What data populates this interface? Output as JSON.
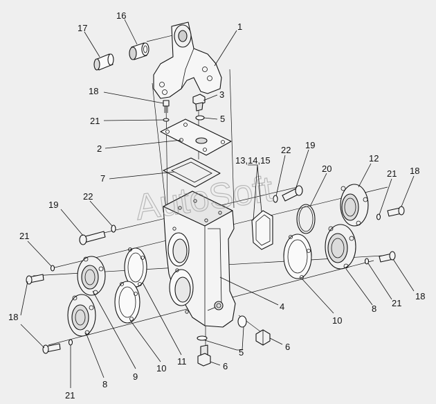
{
  "watermark": "AutoSoft",
  "labels": [
    {
      "id": "l1",
      "text": "1"
    },
    {
      "id": "l3",
      "text": "3"
    },
    {
      "id": "l5a",
      "text": "5"
    },
    {
      "id": "l16",
      "text": "16"
    },
    {
      "id": "l17",
      "text": "17"
    },
    {
      "id": "l18a",
      "text": "18"
    },
    {
      "id": "l21a",
      "text": "21"
    },
    {
      "id": "l2",
      "text": "2"
    },
    {
      "id": "l7",
      "text": "7"
    },
    {
      "id": "l131415",
      "text": "13,14,15"
    },
    {
      "id": "l22a",
      "text": "22"
    },
    {
      "id": "l19a",
      "text": "19"
    },
    {
      "id": "l20",
      "text": "20"
    },
    {
      "id": "l12",
      "text": "12"
    },
    {
      "id": "l21b",
      "text": "21"
    },
    {
      "id": "l18b",
      "text": "18"
    },
    {
      "id": "l19b",
      "text": "19"
    },
    {
      "id": "l22b",
      "text": "22"
    },
    {
      "id": "l21c",
      "text": "21"
    },
    {
      "id": "l18c",
      "text": "18"
    },
    {
      "id": "l4",
      "text": "4"
    },
    {
      "id": "l10a",
      "text": "10"
    },
    {
      "id": "l8a",
      "text": "8"
    },
    {
      "id": "l21d",
      "text": "21"
    },
    {
      "id": "l18d",
      "text": "18"
    },
    {
      "id": "l6a",
      "text": "6"
    },
    {
      "id": "l5b",
      "text": "5"
    },
    {
      "id": "l6b",
      "text": "6"
    },
    {
      "id": "l11",
      "text": "11"
    },
    {
      "id": "l10b",
      "text": "10"
    },
    {
      "id": "l9",
      "text": "9"
    },
    {
      "id": "l8b",
      "text": "8"
    },
    {
      "id": "l21e",
      "text": "21"
    }
  ]
}
